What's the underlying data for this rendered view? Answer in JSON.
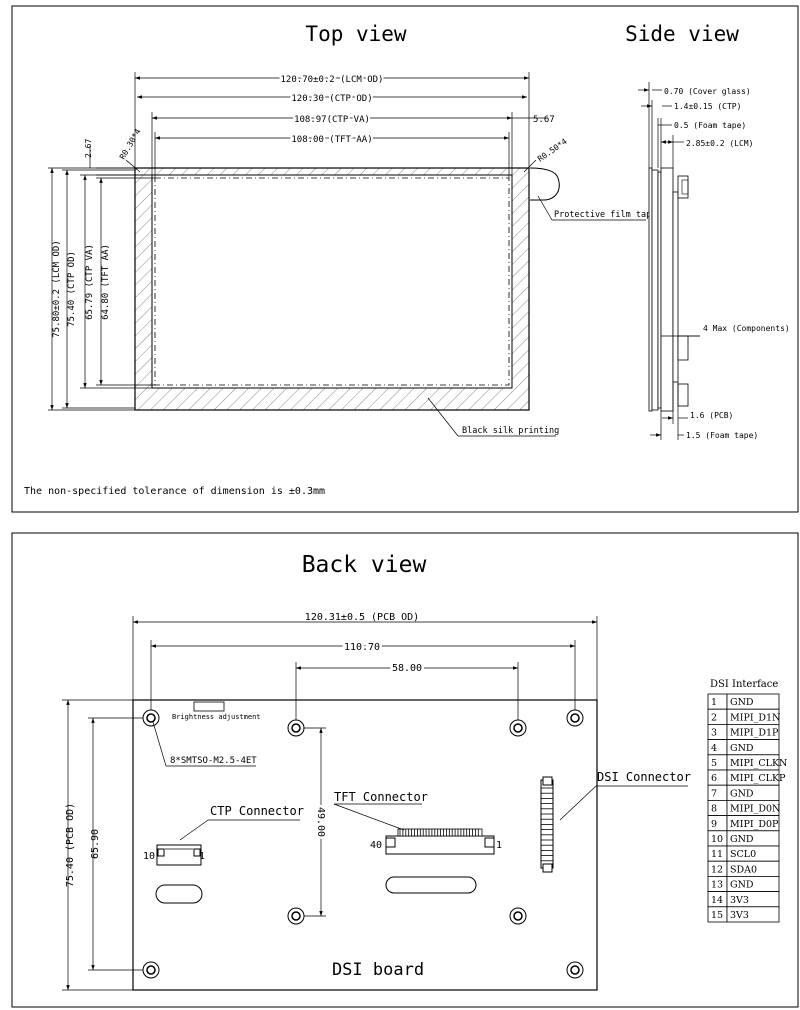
{
  "top_panel": {
    "top_view_title": "Top view",
    "side_view_title": "Side view",
    "dims": {
      "lcm_od_w": "120.70±0.2 (LCM OD)",
      "ctp_od_w": "120.30 (CTP OD)",
      "ctp_va_w": "108.97(CTP VA)",
      "tft_aa_w": "108.00 (TFT AA)",
      "offset_right": "5.67",
      "offset_top": "2.67",
      "radius_left": "R0.30*4",
      "radius_right": "R0.50*4",
      "lcm_od_h": "75.80±0.2 (LCM OD)",
      "ctp_od_h": "75.40 (CTP OD)",
      "ctp_va_h": "65.79 (CTP VA)",
      "tft_aa_h": "64.80 (TFT AA)"
    },
    "labels": {
      "protective_film": "Protective film tape",
      "black_silk": "Black silk printing"
    },
    "side": {
      "cover_glass": "0.70 (Cover glass)",
      "ctp": "1.4±0.15 (CTP)",
      "foam_tape_top": "0.5 (Foam tape)",
      "lcm": "2.85±0.2 (LCM)",
      "components": "4 Max (Components)",
      "pcb": "1.6 (PCB)",
      "foam_tape_bottom": "1.5 (Foam tape)"
    },
    "tolerance_note": "The non-specified tolerance of dimension is ±0.3mm"
  },
  "back_panel": {
    "title": "Back view",
    "dims": {
      "pcb_od_w": "120.31±0.5 (PCB OD)",
      "hole_span_w": "110.70",
      "inner_span_w": "58.00",
      "pcb_od_h": "75.40 (PCB OD)",
      "hole_span_h": "65.90",
      "inner_span_h": "49.00"
    },
    "labels": {
      "brightness": "Brightness adjustment",
      "screws": "8*SMTSO-M2.5-4ET",
      "ctp_connector": "CTP Connector",
      "ctp_pin_10": "10",
      "ctp_pin_1": "1",
      "tft_connector": "TFT Connector",
      "tft_pin_40": "40",
      "tft_pin_1": "1",
      "dsi_connector": "DSI Connector",
      "board_name": "DSI board"
    },
    "dsi_interface": {
      "title": "DSI Interface",
      "pins": [
        {
          "num": "1",
          "name": "GND"
        },
        {
          "num": "2",
          "name": "MIPI_D1N"
        },
        {
          "num": "3",
          "name": "MIPI_D1P"
        },
        {
          "num": "4",
          "name": "GND"
        },
        {
          "num": "5",
          "name": "MIPI_CLKN"
        },
        {
          "num": "6",
          "name": "MIPI_CLKP"
        },
        {
          "num": "7",
          "name": "GND"
        },
        {
          "num": "8",
          "name": "MIPI_D0N"
        },
        {
          "num": "9",
          "name": "MIPI_D0P"
        },
        {
          "num": "10",
          "name": "GND"
        },
        {
          "num": "11",
          "name": "SCL0"
        },
        {
          "num": "12",
          "name": "SDA0"
        },
        {
          "num": "13",
          "name": "GND"
        },
        {
          "num": "14",
          "name": "3V3"
        },
        {
          "num": "15",
          "name": "3V3"
        }
      ]
    }
  }
}
